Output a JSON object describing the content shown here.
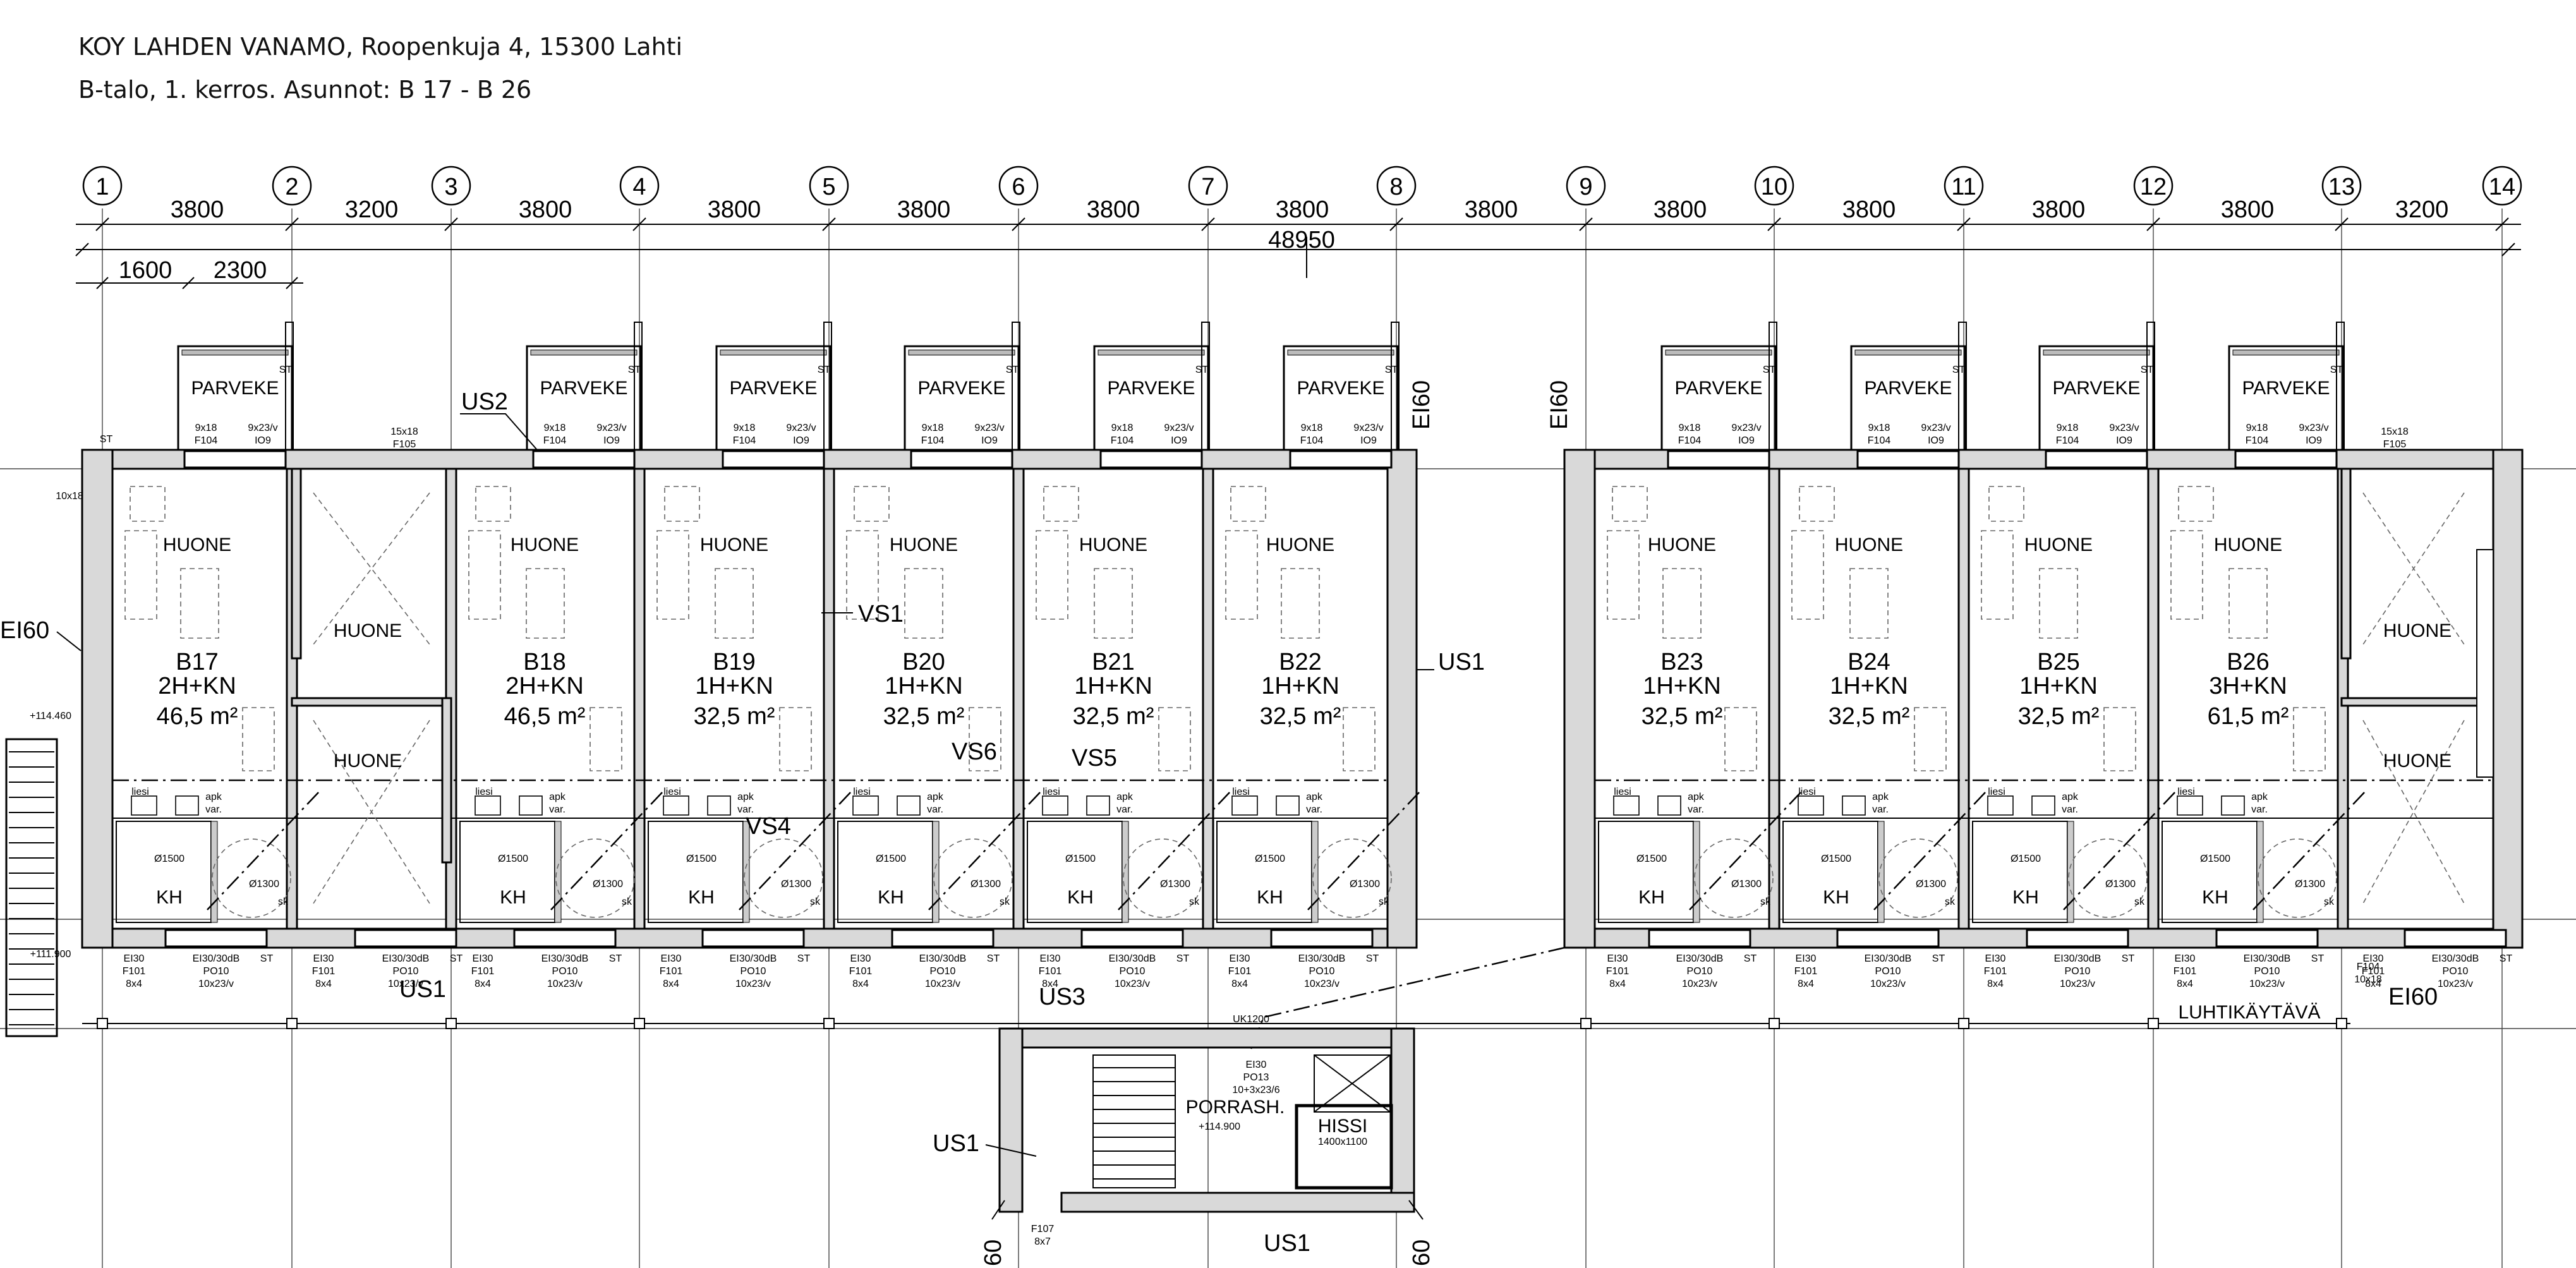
{
  "header": {
    "line1": "KOY LAHDEN VANAMO, Roopenkuja 4, 15300 Lahti",
    "line2": "B-talo, 1. kerros. Asunnot: B 17 - B 26"
  },
  "gridlines": [
    "1",
    "2",
    "3",
    "4",
    "5",
    "6",
    "7",
    "8",
    "9",
    "10",
    "11",
    "12",
    "13",
    "14"
  ],
  "spacings": [
    "3800",
    "3200",
    "3800",
    "3800",
    "3800",
    "3800",
    "3800",
    "3800",
    "3800",
    "3800",
    "3800",
    "3800",
    "3200"
  ],
  "total_dimension": "48950",
  "sub_dimensions": [
    "1600",
    "2300"
  ],
  "apartments": [
    {
      "id": "B17",
      "type": "2H+KN",
      "area": "46,5 m²"
    },
    {
      "id": "B18",
      "type": "2H+KN",
      "area": "46,5 m²"
    },
    {
      "id": "B19",
      "type": "1H+KN",
      "area": "32,5 m²"
    },
    {
      "id": "B20",
      "type": "1H+KN",
      "area": "32,5 m²"
    },
    {
      "id": "B21",
      "type": "1H+KN",
      "area": "32,5 m²"
    },
    {
      "id": "B22",
      "type": "1H+KN",
      "area": "32,5 m²"
    },
    {
      "id": "B23",
      "type": "1H+KN",
      "area": "32,5 m²"
    },
    {
      "id": "B24",
      "type": "1H+KN",
      "area": "32,5 m²"
    },
    {
      "id": "B25",
      "type": "1H+KN",
      "area": "32,5 m²"
    },
    {
      "id": "B26",
      "type": "3H+KN",
      "area": "61,5 m²"
    }
  ],
  "labels": {
    "room": "HUONE",
    "balcony": "PARVEKE",
    "kh": "KH",
    "stair": "PORRASH.",
    "lift": "HISSI",
    "lift_size": "1400x1100",
    "gallery": "LUHTIKÄYTÄVÄ",
    "lift_level": "+114.900",
    "left_level_top": "+114.460",
    "left_level_bottom": "+111.900",
    "uk": "UK1200",
    "stair_door": "EI30",
    "stair_door_code": "PO13",
    "stair_door_size": "10+3x23/6",
    "stair_window": "F107",
    "stair_window_size": "8x7"
  },
  "tags": {
    "ei60": "EI60",
    "us1": "US1",
    "us2": "US2",
    "us3": "US3",
    "vs1": "VS1",
    "vs4": "VS4",
    "vs5": "VS5",
    "vs6": "VS6",
    "sixty": "60"
  },
  "small": {
    "st": "ST",
    "ei30": "EI30",
    "ei30_30db": "EI30/30dB",
    "f101": "F101",
    "f104": "F104",
    "f105": "F105",
    "po10": "PO10",
    "io9": "IO9",
    "s8x4": "8x4",
    "s10x18": "10x18",
    "s10x23v": "10x23/v",
    "s9x18": "9x18",
    "s9x23v": "9x23/v",
    "s15x18": "15x18",
    "apk": "apk",
    "var": "var.",
    "liesi": "liesi",
    "sk": "sk",
    "d1300": "Ø1300",
    "d1500": "Ø1500"
  }
}
